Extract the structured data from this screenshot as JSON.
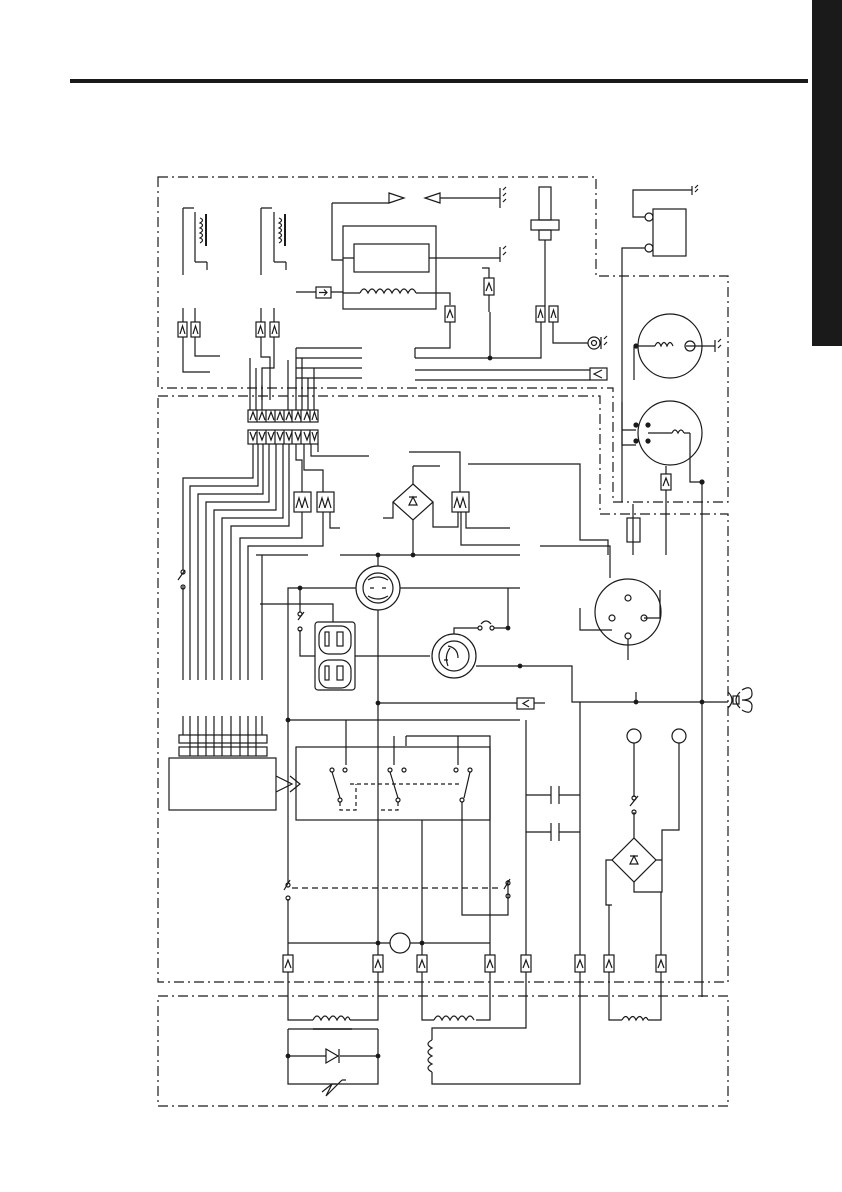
{
  "page": {
    "description_type": "wiring-schematic",
    "has_header_rule": true,
    "has_edge_tab": true
  },
  "colors": {
    "ink": "#1a1a1a",
    "tab": "#1a1a1a",
    "background": "#ffffff"
  },
  "sections": [
    {
      "id": "engine-section"
    },
    {
      "id": "control-panel-section"
    },
    {
      "id": "alternator-section"
    }
  ],
  "components": {
    "ignition_coils": 2,
    "terminal_block_pins": 8,
    "connectors": 16,
    "receptacles": [
      "twist-lock-upper",
      "duplex-outlet",
      "twist-lock-lower",
      "four-pin-socket"
    ],
    "indicator_lamps": 2,
    "rectifier_bridges": 2,
    "capacitors": 2,
    "alternator_windings": 4
  }
}
